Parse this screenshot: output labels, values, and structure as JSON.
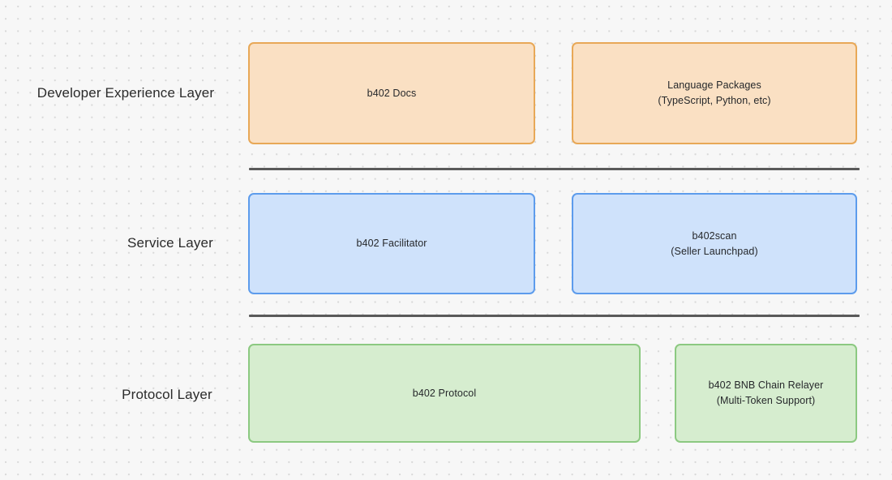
{
  "diagram": {
    "background_color": "#f7f7f7",
    "grid_dot_color": "#d8d8d8",
    "divider_color": "#5a5a5a",
    "layers": [
      {
        "id": "developer-experience",
        "label": "Developer Experience Layer",
        "accent_fill": "#fae0c3",
        "accent_border": "#e8a857",
        "nodes": [
          {
            "id": "b402-docs",
            "line1": "b402 Docs",
            "line2": ""
          },
          {
            "id": "language-packages",
            "line1": "Language Packages",
            "line2": "(TypeScript, Python, etc)"
          }
        ]
      },
      {
        "id": "service",
        "label": "Service Layer",
        "accent_fill": "#cfe2fb",
        "accent_border": "#5d9cec",
        "nodes": [
          {
            "id": "b402-facilitator",
            "line1": "b402 Facilitator",
            "line2": ""
          },
          {
            "id": "b402scan",
            "line1": "b402scan",
            "line2": "(Seller Launchpad)"
          }
        ]
      },
      {
        "id": "protocol",
        "label": "Protocol Layer",
        "accent_fill": "#d6edcf",
        "accent_border": "#8cc981",
        "nodes": [
          {
            "id": "b402-protocol",
            "line1": "b402 Protocol",
            "line2": ""
          },
          {
            "id": "b402-bnb-chain-relayer",
            "line1": "b402 BNB Chain Relayer",
            "line2": "(Multi-Token Support)"
          }
        ]
      }
    ]
  }
}
